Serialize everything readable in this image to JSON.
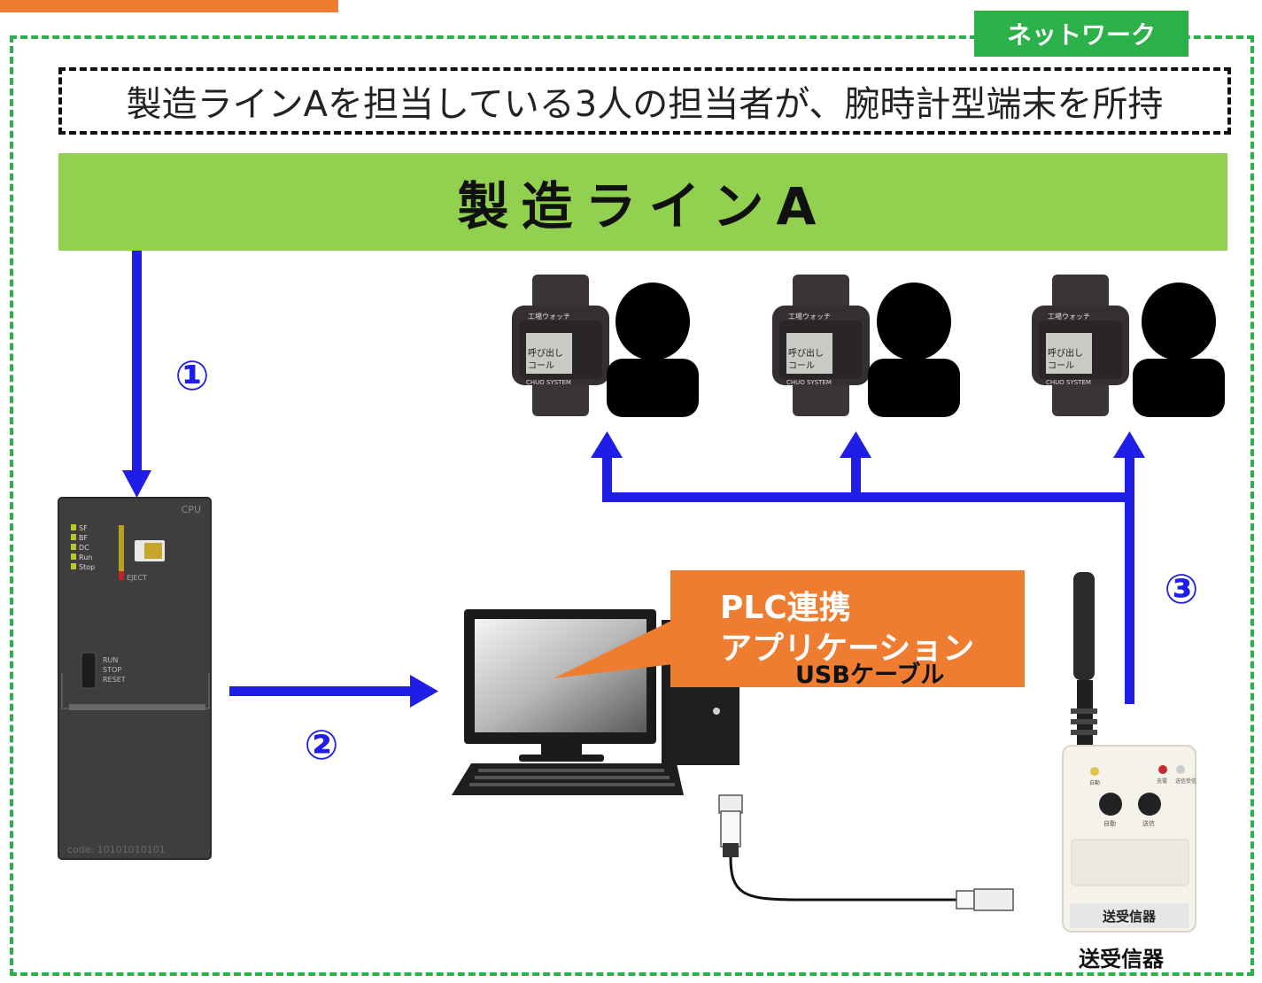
{
  "network": {
    "label": "ネットワーク"
  },
  "description": "製造ラインAを担当している3人の担当者が、腕時計型端末を所持",
  "production_line": {
    "title": "製造ラインA"
  },
  "steps": [
    "①",
    "②",
    "③"
  ],
  "plc": {
    "leds": [
      "SF",
      "BF",
      "DC",
      "Run",
      "Stop"
    ],
    "cpu_label": "CPU",
    "eject_label": "EJECT",
    "switch_labels": [
      "RUN",
      "STOP",
      "RESET"
    ],
    "code": "code: 10101010101"
  },
  "plc_app": {
    "line1": "PLC連携",
    "line2": "アプリケーション"
  },
  "usb": {
    "label": "USBケーブル"
  },
  "transceiver": {
    "device_label": "送受信器",
    "caption": "送受信器",
    "button_left": "自動",
    "button_right": "送信",
    "led_left": "自動",
    "led_right1": "充電",
    "led_right2": "送信受信"
  },
  "watch": {
    "brand": "工場ウォッチ",
    "screen_line1": "呼び出し",
    "screen_line2": "コール",
    "footer": "CHUO SYSTEM"
  },
  "colors": {
    "arrow": "#1e1ee6",
    "network": "#2bb04a",
    "banner": "#92d050",
    "accent": "#ee7d32",
    "plc_body": "#3f3d3d"
  },
  "icons": [
    "person-icon",
    "watch-icon",
    "pc-icon",
    "antenna-icon"
  ]
}
